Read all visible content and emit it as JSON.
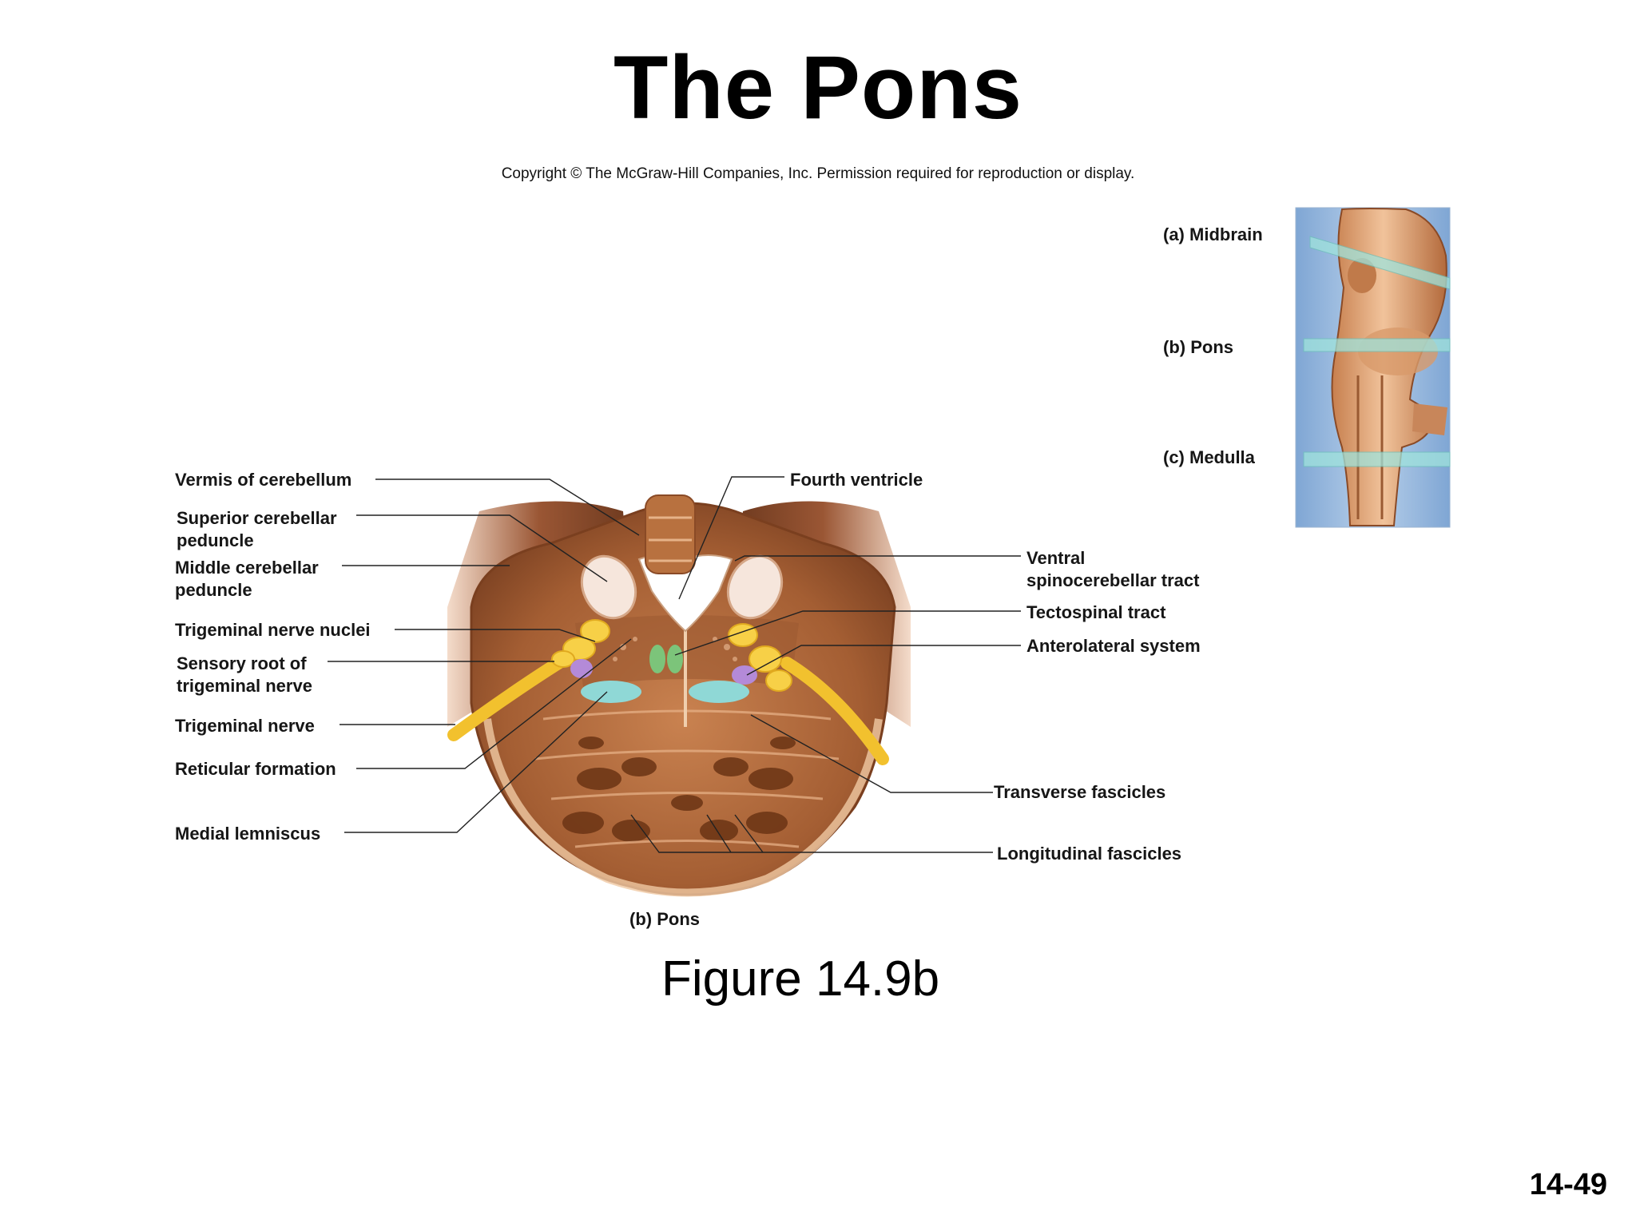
{
  "slide": {
    "title": "The Pons",
    "copyright": "Copyright © The McGraw-Hill Companies, Inc. Permission required for reproduction or display.",
    "figure_caption": "Figure 14.9b",
    "slide_number": "14-49"
  },
  "diagram": {
    "panel_label": "(b) Pons",
    "left_labels": [
      "Vermis of cerebellum",
      "Superior cerebellar",
      "peduncle",
      "Middle cerebellar",
      "peduncle",
      "Trigeminal nerve nuclei",
      "Sensory root of",
      "trigeminal nerve",
      "Trigeminal nerve",
      "Reticular formation",
      "Medial lemniscus"
    ],
    "right_labels": [
      "Fourth ventricle",
      "Ventral",
      "spinocerebellar tract",
      "Tectospinal tract",
      "Anterolateral system",
      "Transverse fascicles",
      "Longitudinal fascicles"
    ]
  },
  "inset": {
    "labels": [
      "(a) Midbrain",
      "(b) Pons",
      "(c) Medulla"
    ]
  },
  "colors": {
    "tissue_dark": "#8a4a28",
    "tissue_mid": "#b8703f",
    "tissue_light": "#e7b48a",
    "nerve_yellow": "#f2c12e",
    "nucleus_cyan": "#8fd8d6",
    "nucleus_green": "#7cc47a",
    "nucleus_purple": "#b48ad8",
    "inset_blue": "#7fa8d6"
  }
}
